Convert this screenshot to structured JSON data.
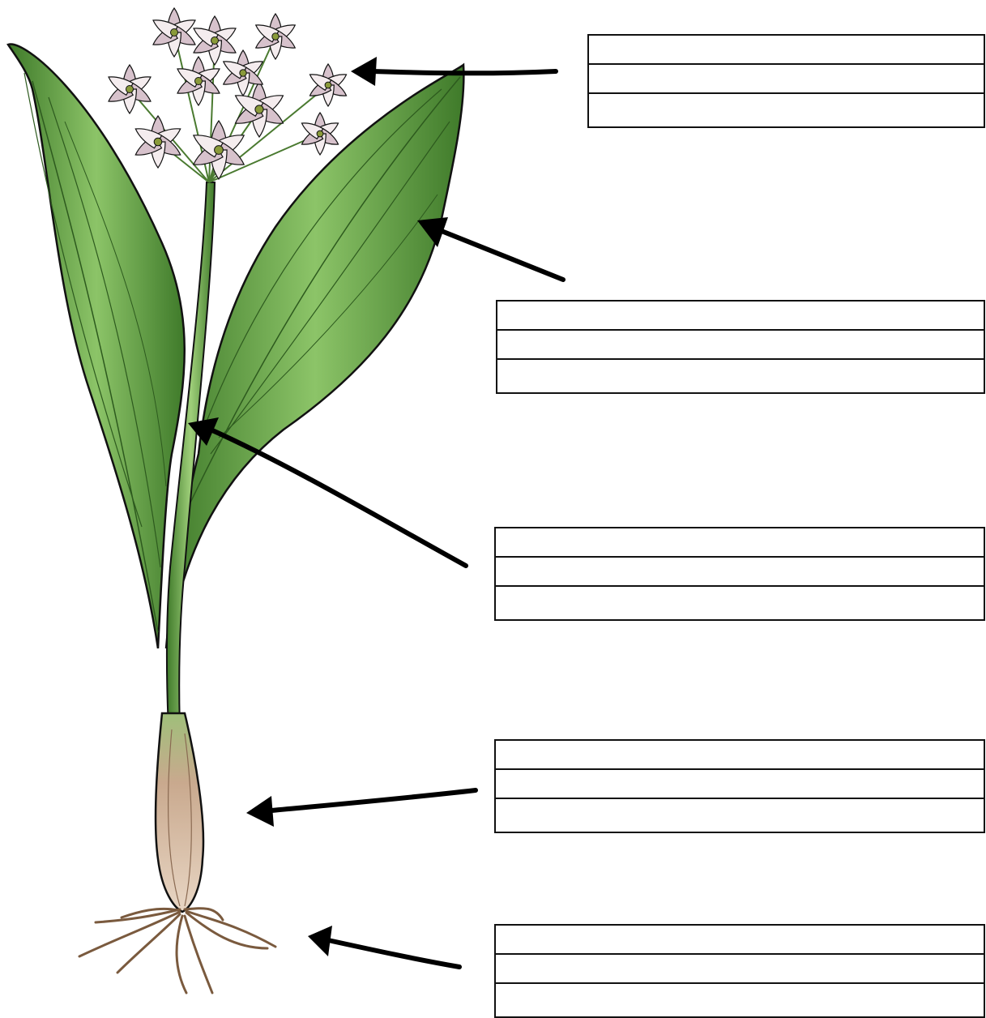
{
  "worksheet": {
    "colors": {
      "ink": "#111111",
      "leaf_dark": "#3f7a2a",
      "leaf_light": "#8cc468",
      "petal": "#f4ecee",
      "petal_shade": "#d7c2cc",
      "bulb": "#c9a98e",
      "root": "#7a5a3e"
    },
    "labels": [
      {
        "part": "flower",
        "lines": [
          "",
          "",
          ""
        ]
      },
      {
        "part": "leaf",
        "lines": [
          "",
          "",
          ""
        ]
      },
      {
        "part": "stem",
        "lines": [
          "",
          "",
          ""
        ]
      },
      {
        "part": "bulb",
        "lines": [
          "",
          "",
          ""
        ]
      },
      {
        "part": "roots",
        "lines": [
          "",
          "",
          ""
        ]
      }
    ]
  }
}
